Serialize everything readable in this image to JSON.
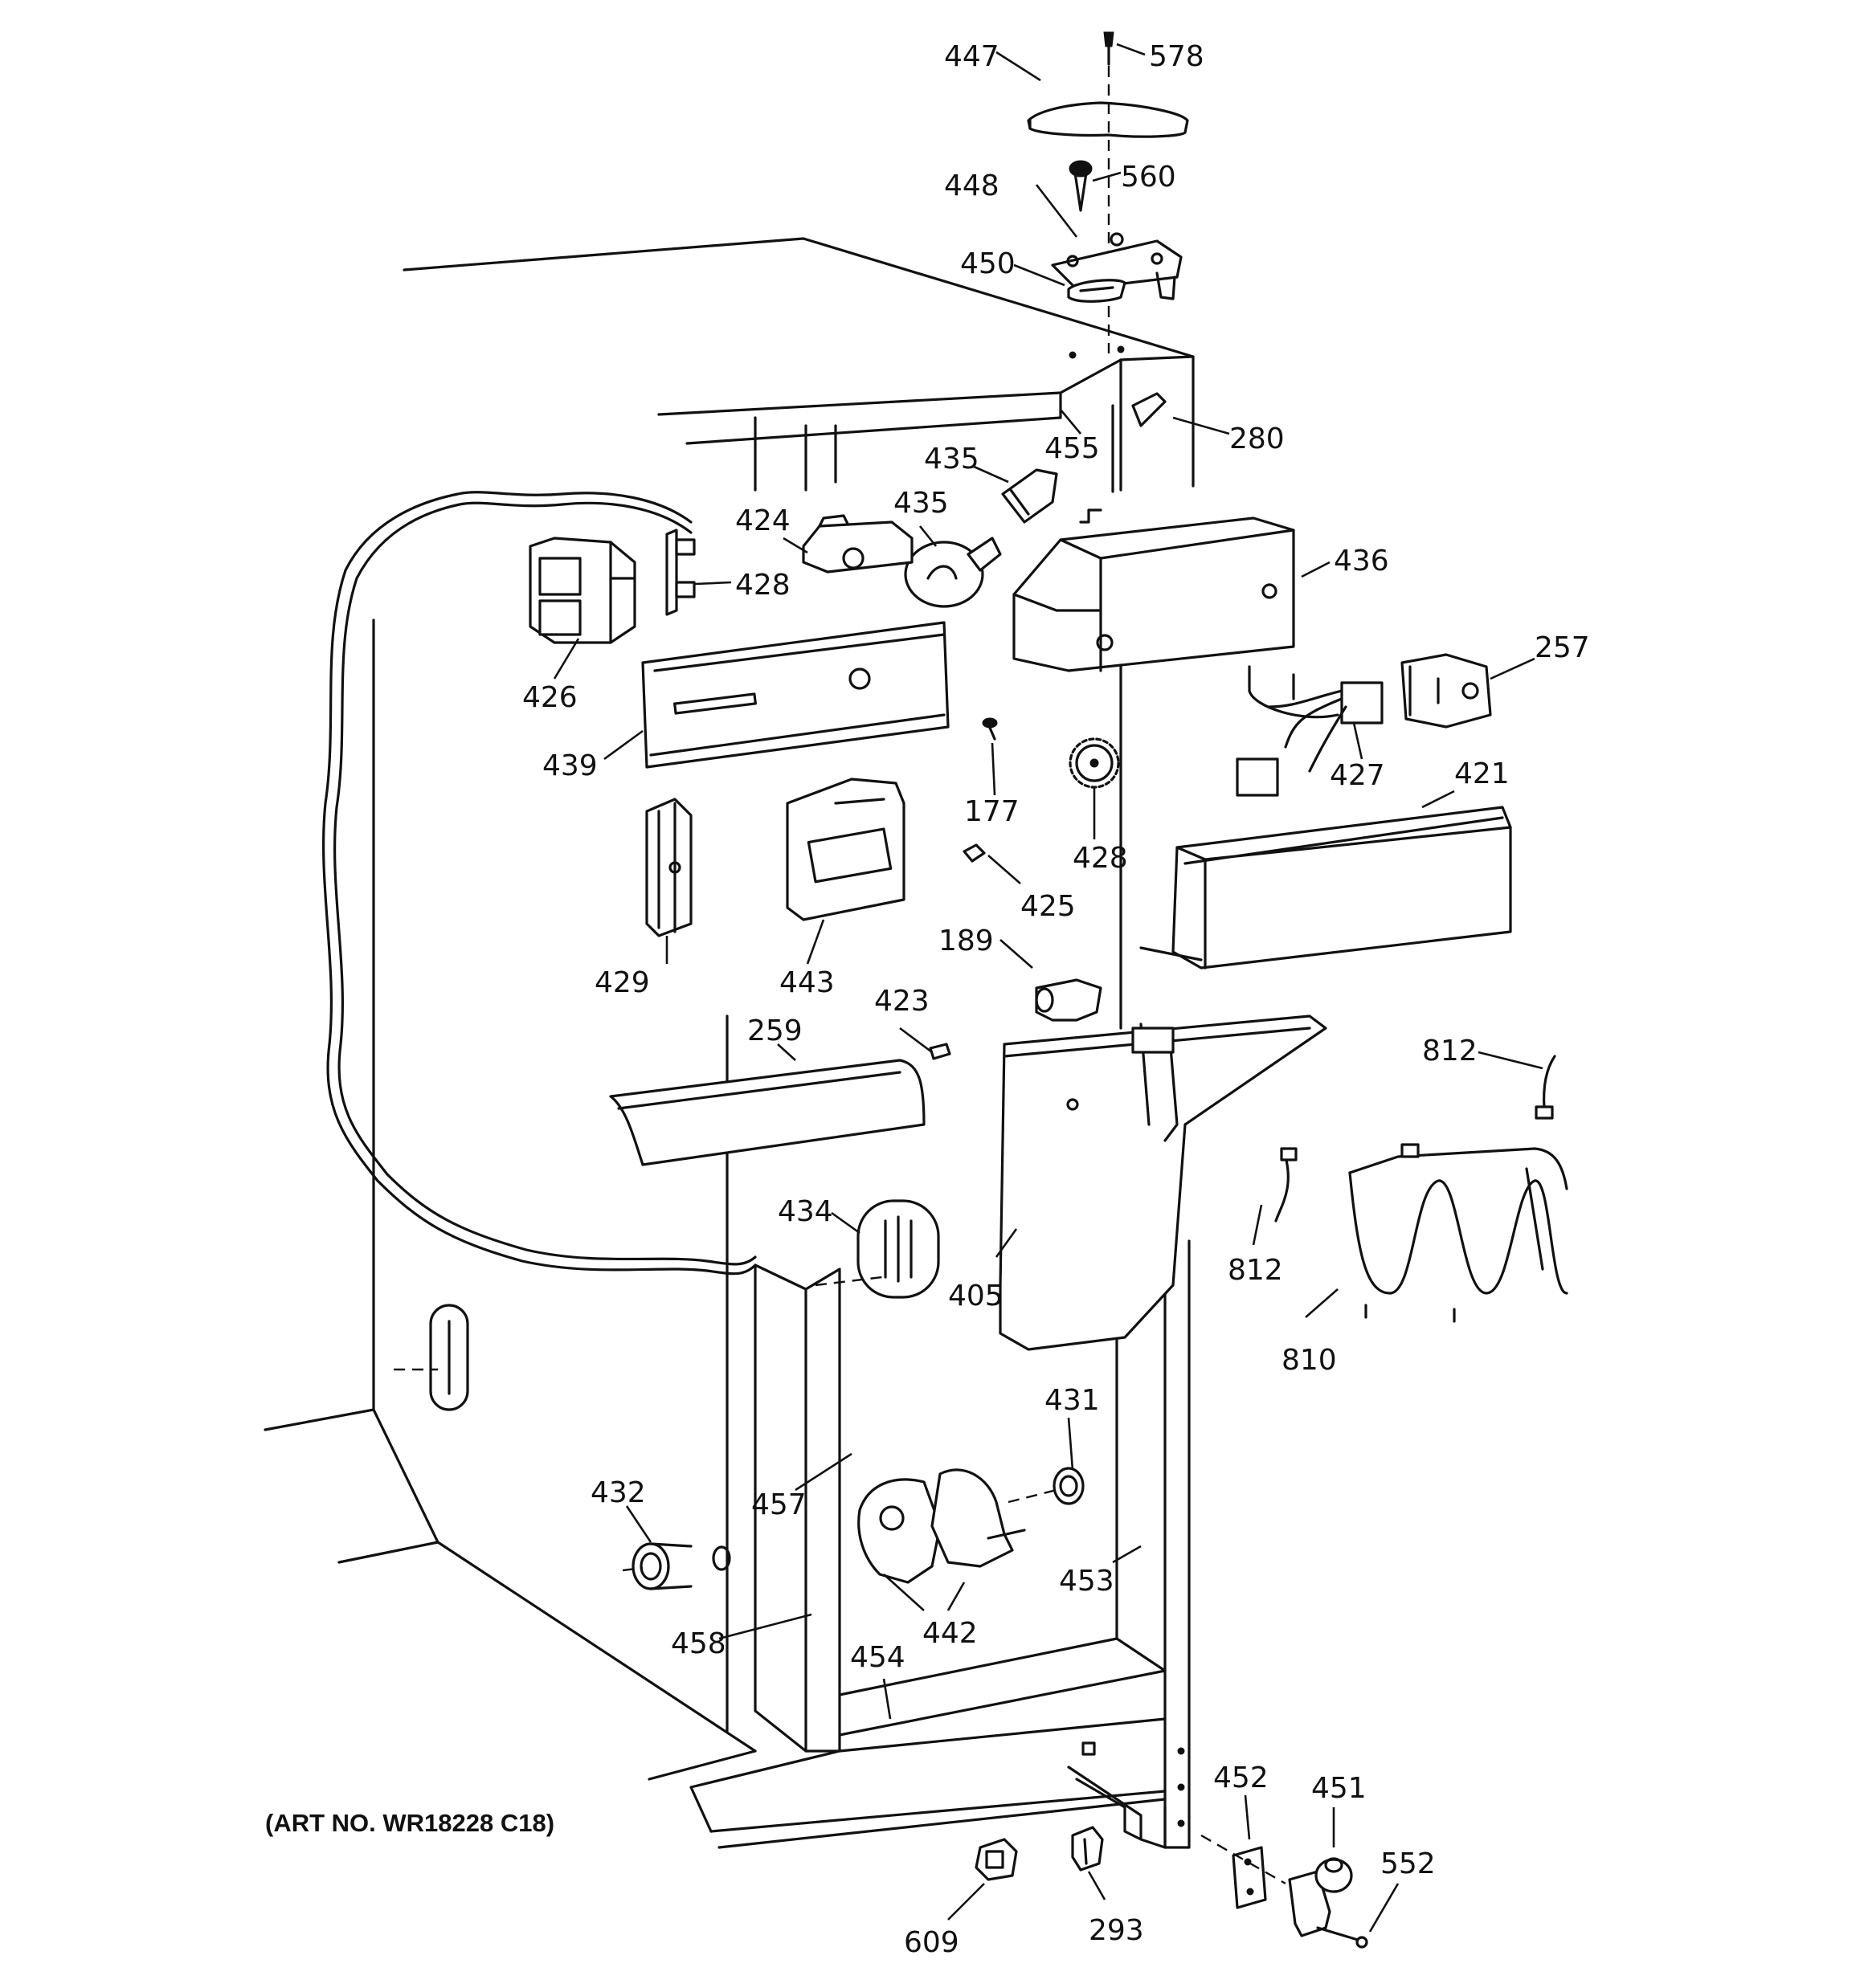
{
  "diagram": {
    "caption": "(ART NO. WR18228 C18)",
    "callouts": [
      {
        "id": "447",
        "label": "447"
      },
      {
        "id": "578",
        "label": "578"
      },
      {
        "id": "448",
        "label": "448"
      },
      {
        "id": "560",
        "label": "560"
      },
      {
        "id": "450",
        "label": "450"
      },
      {
        "id": "455",
        "label": "455"
      },
      {
        "id": "280",
        "label": "280"
      },
      {
        "id": "435a",
        "label": "435"
      },
      {
        "id": "435b",
        "label": "435"
      },
      {
        "id": "424",
        "label": "424"
      },
      {
        "id": "428a",
        "label": "428"
      },
      {
        "id": "426",
        "label": "426"
      },
      {
        "id": "436",
        "label": "436"
      },
      {
        "id": "257",
        "label": "257"
      },
      {
        "id": "439",
        "label": "439"
      },
      {
        "id": "177",
        "label": "177"
      },
      {
        "id": "427",
        "label": "427"
      },
      {
        "id": "421",
        "label": "421"
      },
      {
        "id": "428b",
        "label": "428"
      },
      {
        "id": "425",
        "label": "425"
      },
      {
        "id": "429",
        "label": "429"
      },
      {
        "id": "443",
        "label": "443"
      },
      {
        "id": "189",
        "label": "189"
      },
      {
        "id": "423",
        "label": "423"
      },
      {
        "id": "259",
        "label": "259"
      },
      {
        "id": "812a",
        "label": "812"
      },
      {
        "id": "434",
        "label": "434"
      },
      {
        "id": "405",
        "label": "405"
      },
      {
        "id": "812b",
        "label": "812"
      },
      {
        "id": "810",
        "label": "810"
      },
      {
        "id": "431",
        "label": "431"
      },
      {
        "id": "432",
        "label": "432"
      },
      {
        "id": "457",
        "label": "457"
      },
      {
        "id": "453",
        "label": "453"
      },
      {
        "id": "458",
        "label": "458"
      },
      {
        "id": "442",
        "label": "442"
      },
      {
        "id": "454",
        "label": "454"
      },
      {
        "id": "452",
        "label": "452"
      },
      {
        "id": "451",
        "label": "451"
      },
      {
        "id": "552",
        "label": "552"
      },
      {
        "id": "609",
        "label": "609"
      },
      {
        "id": "293",
        "label": "293"
      }
    ]
  }
}
